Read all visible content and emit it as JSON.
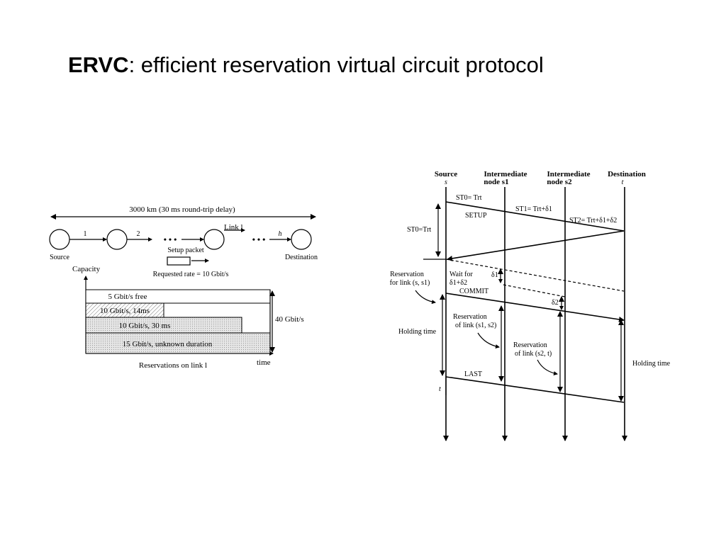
{
  "slide": {
    "title_bold": "ERVC",
    "title_rest": ": efficient reservation virtual circuit protocol"
  },
  "left_diagram": {
    "distance_label": "3000 km (30 ms round-trip delay)",
    "hop_labels": [
      "1",
      "2",
      "h"
    ],
    "ellipsis": "• • •",
    "link_label": "Link l",
    "source_label": "Source",
    "destination_label": "Destination",
    "setup_packet_label": "Setup packet",
    "requested_rate_label": "Requested rate = 10 Gbit/s",
    "capacity_label": "Capacity",
    "time_label": "time",
    "total_capacity_label": "40 Gbit/s",
    "caption": "Reservations on link l",
    "reservations": [
      "5 Gbit/s free",
      "10 Gbit/s, 14ms",
      "10 Gbit/s, 30 ms",
      "15 Gbit/s, unknown duration"
    ]
  },
  "right_diagram": {
    "columns": [
      {
        "title": "Source",
        "sub": "s"
      },
      {
        "title": "Intermediate",
        "sub": "node s1"
      },
      {
        "title": "Intermediate",
        "sub": "node s2"
      },
      {
        "title": "Destination",
        "sub": "t"
      }
    ],
    "st0_top": "ST0= Trt",
    "st1": "ST1= Trt+δ1",
    "st2": "ST2= Trt+δ1+δ2",
    "setup": "SETUP",
    "st0_left": "ST0=Trt",
    "reservation_link_s_s1_line1": "Reservation",
    "reservation_link_s_s1_line2": "for link (s, s1)",
    "wait_for_line1": "Wait for",
    "wait_for_line2": "δ1+δ2",
    "delta1": "δ1",
    "delta2": "δ2",
    "commit": "COMMIT",
    "reservation_s1_s2_line1": "Reservation",
    "reservation_s1_s2_line2": "of link (s1, s2)",
    "reservation_s2_t_line1": "Reservation",
    "reservation_s2_t_line2": "of link (s2, t)",
    "holding_time_left": "Holding time",
    "holding_time_right": "Holding time",
    "last": "LAST",
    "t_label": "t"
  }
}
